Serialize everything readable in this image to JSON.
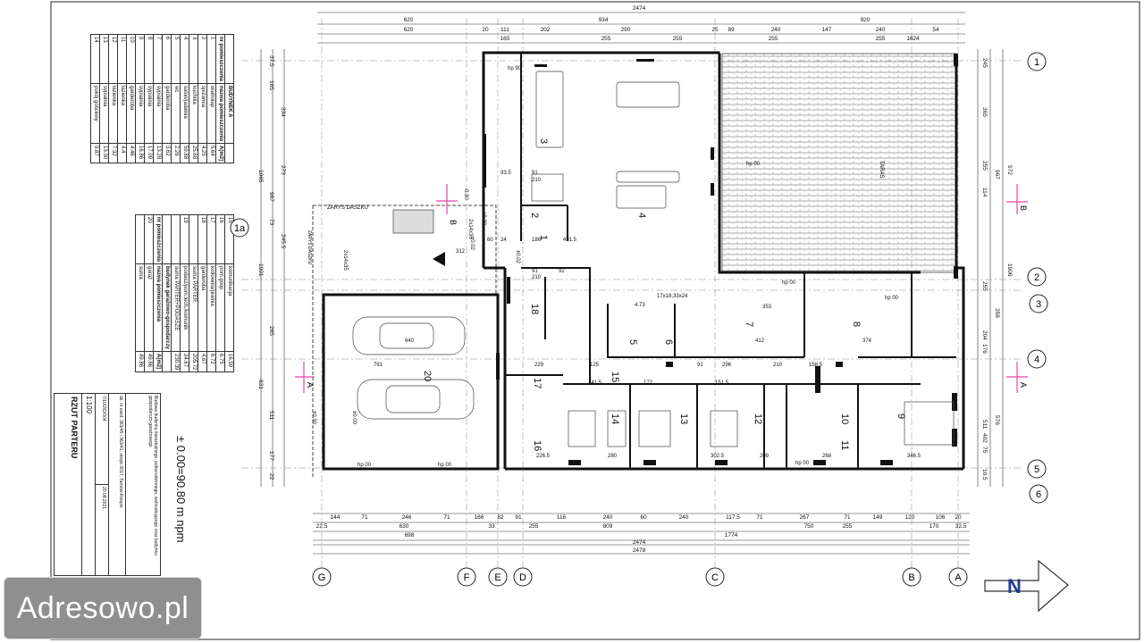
{
  "legend_building": {
    "title": "BUDYNEK A",
    "header": [
      "nr pomieszczenia",
      "nazwa pomieszczenia",
      "A[m2]"
    ],
    "rows": [
      [
        "1",
        "wiatrołap",
        "5.64"
      ],
      [
        "2",
        "spiżarnia",
        "4.25"
      ],
      [
        "3",
        "kuchnia",
        "25.68"
      ],
      [
        "4",
        "salon/jadalnia",
        "59.88"
      ],
      [
        "5",
        "wc",
        "2.26"
      ],
      [
        "6",
        "garderoba",
        "3.62"
      ],
      [
        "7",
        "sypialnia",
        "13.28"
      ],
      [
        "8",
        "sypialnia",
        "17.09"
      ],
      [
        "9",
        "sypialnia",
        "16.86"
      ],
      [
        "10",
        "garderoba",
        "4.46"
      ],
      [
        "11",
        "łazienka",
        "4.4"
      ],
      [
        "12",
        "łazienka",
        "7.32"
      ],
      [
        "13",
        "sypialnia",
        "13.30"
      ],
      [
        "14",
        "pokój gościnny",
        "9.87"
      ]
    ]
  },
  "legend_garage": {
    "rows": [
      [
        "15",
        "komunikacja",
        "16.59"
      ],
      [
        "16",
        "pom.gosp",
        "6.75"
      ],
      [
        "17",
        "kotłownia/pralnia",
        "6.72"
      ],
      [
        "18",
        "garderoba",
        "4.67"
      ],
      [
        "",
        "suma PARTER",
        "205.72"
      ],
      [
        "19",
        "podasz/pom.tech./komunik",
        "24.67"
      ],
      [
        "",
        "suma PARTER+PODASZE",
        "230.39"
      ]
    ],
    "title": "budynek garażowo-gospodarczy",
    "header": [
      "nr pomieszczenia",
      "nazwa pomieszczenia",
      "A[m2]"
    ],
    "rows2": [
      [
        "20",
        "garaż",
        "49.86"
      ],
      [
        "",
        "suma",
        "49.86"
      ]
    ]
  },
  "title_block": {
    "sheet_title": "RZUT PARTERU",
    "level_note": "± 0.00=90.80 m npm",
    "scale": "1:100",
    "drawing_no": "7/10/2/D/004",
    "date": "20.08.2021",
    "project_desc": "Budowa budynku mieszkalnego, jednorodzinnego, wolnostojącego oraz budynku gospodarczo-garażowego",
    "address": "dz. nr ewid. 363/45 i 363/41, obręb 0017, Tarnów-Rzepin"
  },
  "plan": {
    "room_numbers": [
      "1",
      "2",
      "3",
      "4",
      "5",
      "6",
      "7",
      "8",
      "9",
      "10",
      "11",
      "12",
      "13",
      "14",
      "15",
      "16",
      "17",
      "18",
      "20"
    ],
    "axis_labels_top": [
      "1",
      "2",
      "3",
      "4",
      "5",
      "6"
    ],
    "axis_labels_bottom": [
      "G",
      "F",
      "E",
      "D",
      "C",
      "B",
      "A"
    ],
    "axis_label_left": "1a",
    "terrace_label": "TARAS",
    "roof_outline_label": "ZARYS DASZKU",
    "roof_outline_label2": "ZARYS DASZKU",
    "section_marks": [
      "A",
      "A",
      "B",
      "B"
    ],
    "dims_top_row1": [
      "620",
      "934",
      "920"
    ],
    "dims_top_row2": [
      "620",
      "20",
      "111",
      "202",
      "290",
      "25",
      "89",
      "240",
      "147",
      "240",
      "54"
    ],
    "dims_top_row3": [
      "165",
      "255",
      "255",
      "255",
      "255",
      "16",
      "24"
    ],
    "overall_top": "2474",
    "dims_bottom_row1": [
      "144",
      "71",
      "246",
      "71",
      "166",
      "82",
      "91",
      "116",
      "240",
      "60",
      "240",
      "117.5",
      "71",
      "267",
      "71",
      "149",
      "120",
      "106",
      "20"
    ],
    "dims_bottom_row2": [
      "22.5",
      "630",
      "33",
      "255",
      "809",
      "750",
      "255",
      "170",
      "32.5"
    ],
    "dims_bottom_row3": [
      "698",
      "1774"
    ],
    "overall_bottom1": "2474",
    "overall_bottom2": "2478",
    "dims_left": [
      "37.5",
      "165",
      "334",
      "1065",
      "967",
      "273",
      "73",
      "245.5",
      "1901",
      "285",
      "511",
      "831",
      "177",
      "22"
    ],
    "dims_right": [
      "245",
      "365",
      "255",
      "972",
      "967",
      "114",
      "1906",
      "255",
      "358",
      "204",
      "176",
      "511",
      "576",
      "402",
      "75",
      "10.5"
    ],
    "inner_dims": [
      "93.5",
      "91",
      "210",
      "186",
      "491.5",
      "60",
      "24",
      "91",
      "210",
      "92",
      "640",
      "781",
      "229",
      "141.5",
      "172",
      "151.5",
      "302.5",
      "209",
      "268",
      "346.5",
      "226.5",
      "280",
      "125",
      "91",
      "353",
      "412",
      "374",
      "296",
      "158.5",
      "210",
      "17x18,33x24",
      "4.73",
      "hp 90",
      "hp 00",
      "hp 00",
      "hp 00",
      "hp 00",
      "hp 00",
      "hp 00",
      "±0.02",
      "±0.02",
      "±0.00",
      "±0.30",
      "±0.30",
      "-0.30",
      "2x14x35",
      "2x14x35",
      "312"
    ]
  },
  "north_label": "N",
  "watermark": "Adresowo.pl"
}
